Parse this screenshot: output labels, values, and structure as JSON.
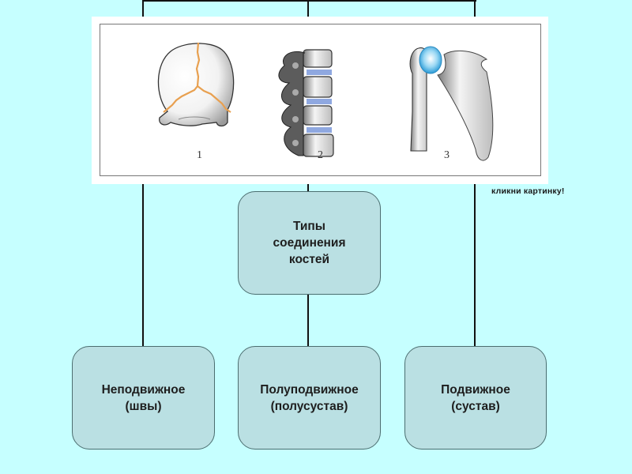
{
  "diagram": {
    "root": {
      "lines": [
        "Типы",
        "соединения",
        "костей"
      ]
    },
    "children": [
      {
        "id": "immovable",
        "lines": [
          "Неподвижное",
          "(швы)"
        ]
      },
      {
        "id": "semimovable",
        "lines": [
          "Полуподвижное",
          "(полусустав)"
        ]
      },
      {
        "id": "movable",
        "lines": [
          "Подвижное",
          "(сустав)"
        ]
      }
    ]
  },
  "picture": {
    "figures": [
      {
        "number": "1",
        "subject": "skull-sutures"
      },
      {
        "number": "2",
        "subject": "spine-intervertebral-discs"
      },
      {
        "number": "3",
        "subject": "shoulder-joint"
      }
    ],
    "colors": {
      "suture": "#e8a050",
      "disc": "#8fa8e0",
      "joint": "#4fb8e8"
    }
  },
  "hint": {
    "text": "кликни картинку!"
  },
  "colors": {
    "background": "#c6ffff",
    "node_fill": "#bae0e3",
    "node_border": "#4c6e70",
    "connector": "#111111"
  }
}
